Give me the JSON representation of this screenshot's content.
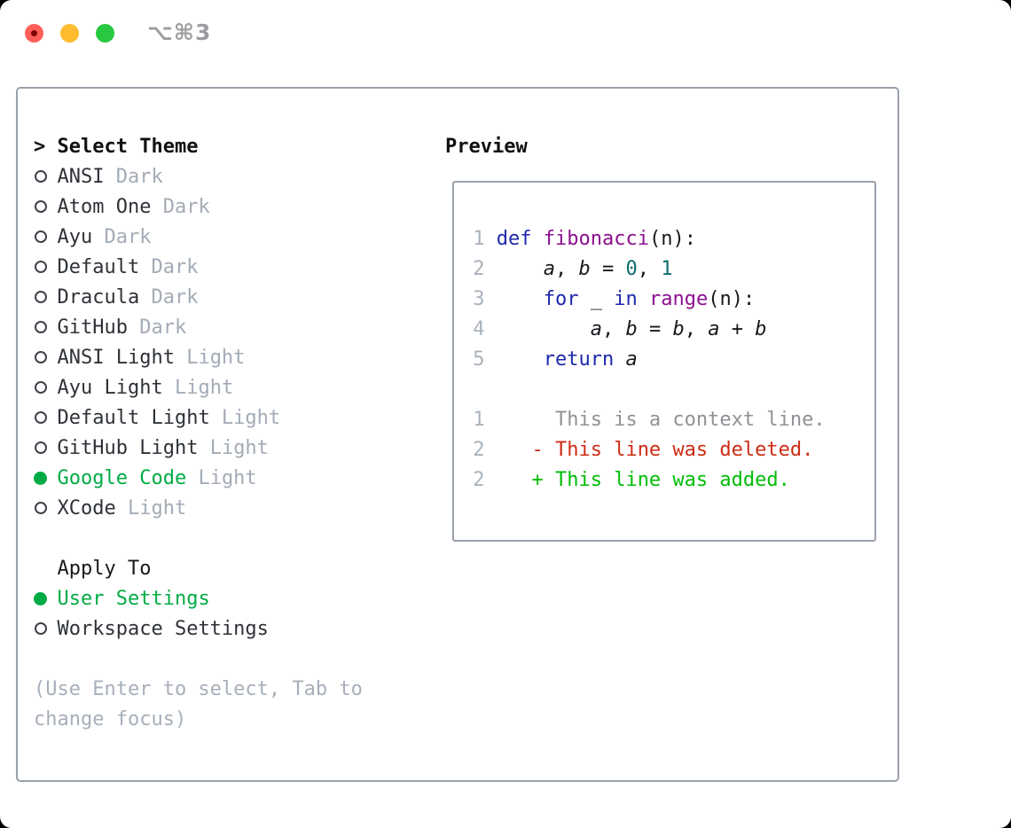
{
  "window": {
    "title": "⌥⌘3"
  },
  "colors": {
    "selected_green": "#00ab45",
    "diff_added_green": "#00bd05",
    "diff_deleted_red": "#cd2c15",
    "keyword_blue": "#1e28a8",
    "type_purple": "#8b0f8f",
    "literal_teal": "#0c6e6e",
    "muted_gray": "#a3abb6",
    "panel_border": "#99a1ab",
    "traffic_red": "#ff5f57",
    "traffic_yellow": "#febc2e",
    "traffic_green": "#28c840"
  },
  "theme_panel": {
    "header_prefix": ">",
    "header": "Select Theme",
    "themes": [
      {
        "name": "ANSI",
        "variant": "Dark",
        "selected": false
      },
      {
        "name": "Atom One",
        "variant": "Dark",
        "selected": false
      },
      {
        "name": "Ayu",
        "variant": "Dark",
        "selected": false
      },
      {
        "name": "Default",
        "variant": "Dark",
        "selected": false
      },
      {
        "name": "Dracula",
        "variant": "Dark",
        "selected": false
      },
      {
        "name": "GitHub",
        "variant": "Dark",
        "selected": false
      },
      {
        "name": "ANSI Light",
        "variant": "Light",
        "selected": false
      },
      {
        "name": "Ayu Light",
        "variant": "Light",
        "selected": false
      },
      {
        "name": "Default Light",
        "variant": "Light",
        "selected": false
      },
      {
        "name": "GitHub Light",
        "variant": "Light",
        "selected": false
      },
      {
        "name": "Google Code",
        "variant": "Light",
        "selected": true
      },
      {
        "name": "XCode",
        "variant": "Light",
        "selected": false
      }
    ],
    "apply_to": {
      "label": "Apply To",
      "options": [
        {
          "name": "User Settings",
          "selected": true
        },
        {
          "name": "Workspace Settings",
          "selected": false
        }
      ]
    },
    "hint_lines": [
      "(Use Enter to select, Tab to",
      "change focus)"
    ]
  },
  "preview": {
    "title": "Preview",
    "code_lines": [
      {
        "num": " 1 ",
        "tokens": [
          {
            "t": "def",
            "c": "kwd"
          },
          {
            "t": " ",
            "c": "pln"
          },
          {
            "t": "fibonacci",
            "c": "typ"
          },
          {
            "t": "(n):",
            "c": "pln"
          }
        ]
      },
      {
        "num": " 2 ",
        "tokens": [
          {
            "t": "    ",
            "c": "pln"
          },
          {
            "t": "a",
            "c": "var"
          },
          {
            "t": ", ",
            "c": "pln"
          },
          {
            "t": "b",
            "c": "var"
          },
          {
            "t": " = ",
            "c": "pln"
          },
          {
            "t": "0",
            "c": "lit"
          },
          {
            "t": ", ",
            "c": "pln"
          },
          {
            "t": "1",
            "c": "lit"
          }
        ]
      },
      {
        "num": " 3 ",
        "tokens": [
          {
            "t": "    ",
            "c": "pln"
          },
          {
            "t": "for",
            "c": "kwd"
          },
          {
            "t": " _ ",
            "c": "pln"
          },
          {
            "t": "in",
            "c": "kwd"
          },
          {
            "t": " ",
            "c": "pln"
          },
          {
            "t": "range",
            "c": "typ"
          },
          {
            "t": "(n):",
            "c": "pln"
          }
        ]
      },
      {
        "num": " 4 ",
        "tokens": [
          {
            "t": "        ",
            "c": "pln"
          },
          {
            "t": "a",
            "c": "var"
          },
          {
            "t": ", ",
            "c": "pln"
          },
          {
            "t": "b",
            "c": "var"
          },
          {
            "t": " = ",
            "c": "pln"
          },
          {
            "t": "b",
            "c": "var"
          },
          {
            "t": ", ",
            "c": "pln"
          },
          {
            "t": "a",
            "c": "var"
          },
          {
            "t": " + ",
            "c": "pln"
          },
          {
            "t": "b",
            "c": "var"
          }
        ]
      },
      {
        "num": " 5 ",
        "tokens": [
          {
            "t": "    ",
            "c": "pln"
          },
          {
            "t": "return",
            "c": "kwd"
          },
          {
            "t": " ",
            "c": "pln"
          },
          {
            "t": "a",
            "c": "var"
          }
        ]
      },
      {
        "num": "",
        "tokens": []
      },
      {
        "num": " 1 ",
        "tokens": [
          {
            "t": "     This is a context line.",
            "c": "ctx"
          }
        ]
      },
      {
        "num": " 2 ",
        "tokens": [
          {
            "t": "   - This line was deleted.",
            "c": "del"
          }
        ]
      },
      {
        "num": " 2 ",
        "tokens": [
          {
            "t": "   + This line was added.",
            "c": "add"
          }
        ]
      }
    ]
  }
}
